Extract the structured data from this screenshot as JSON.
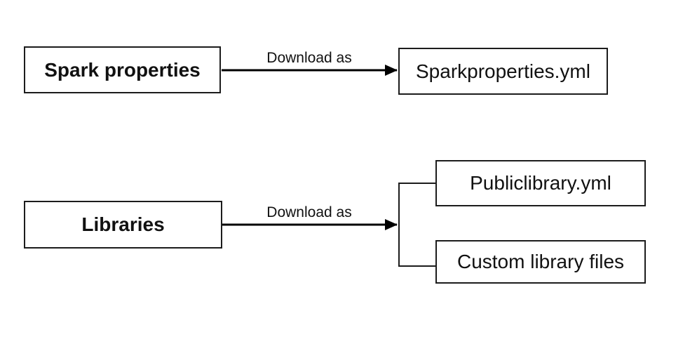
{
  "diagram": {
    "background_color": "#ffffff",
    "line_color": "#000000",
    "border_color": "#1c1c1c",
    "text_color": "#111111",
    "nodes": [
      {
        "id": "spark-properties",
        "label": "Spark properties",
        "emphasis": "bold"
      },
      {
        "id": "sparkproperties-yml",
        "label": "Sparkproperties.yml",
        "emphasis": "regular"
      },
      {
        "id": "libraries",
        "label": "Libraries",
        "emphasis": "bold"
      },
      {
        "id": "publiclibrary-yml",
        "label": "Publiclibrary.yml",
        "emphasis": "regular"
      },
      {
        "id": "custom-library-files",
        "label": "Custom library files",
        "emphasis": "regular"
      }
    ],
    "edges": [
      {
        "label": "Download as",
        "from": "Spark properties",
        "to": "Sparkproperties.yml"
      },
      {
        "label": "Download as",
        "from": "Libraries",
        "to": [
          "Publiclibrary.yml",
          "Custom library files"
        ]
      }
    ]
  }
}
